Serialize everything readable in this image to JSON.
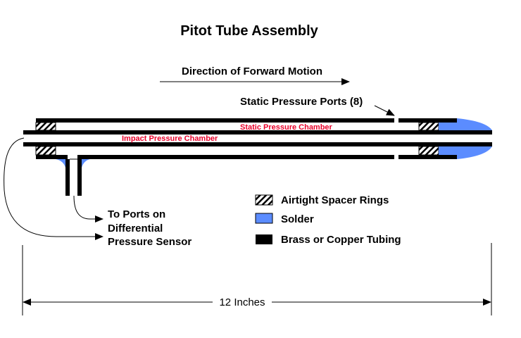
{
  "title": "Pitot Tube Assembly",
  "direction_label": "Direction of Forward Motion",
  "static_ports_label": "Static Pressure Ports (8)",
  "static_chamber_label": "Static Pressure Chamber",
  "impact_chamber_label": "Impact Pressure Chamber",
  "sensor_label": [
    "To Ports on",
    "Differential",
    "Pressure Sensor"
  ],
  "dimension_label": "12 Inches",
  "legend": [
    {
      "label": "Airtight Spacer Rings",
      "swatch": "hatch"
    },
    {
      "label": "Solder",
      "swatch": "solder"
    },
    {
      "label": "Brass or Copper Tubing",
      "swatch": "tubing"
    }
  ],
  "colors": {
    "solder": "#5b8cff",
    "chamber_label": "#e8002a",
    "tubing": "#000000"
  }
}
